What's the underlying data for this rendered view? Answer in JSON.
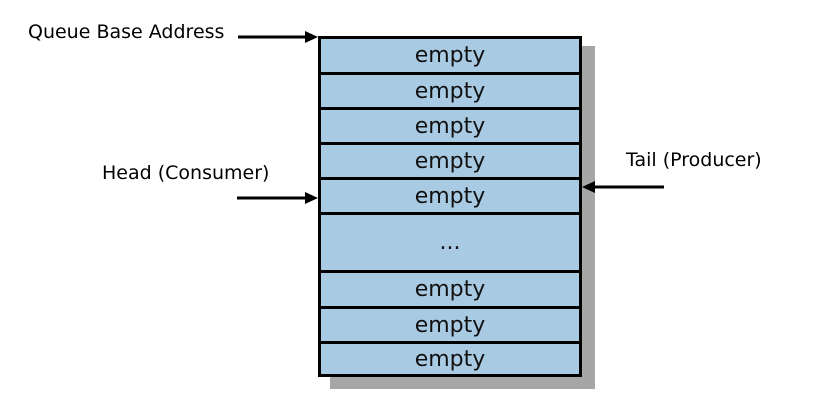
{
  "labels": {
    "base_address": "Queue Base Address",
    "head": "Head (Consumer)",
    "tail": "Tail (Producer)"
  },
  "queue": {
    "slots": [
      "empty",
      "empty",
      "empty",
      "empty",
      "empty",
      "...",
      "empty",
      "empty",
      "empty"
    ]
  },
  "colors": {
    "slot_fill": "#a9cae3",
    "shadow": "#a6a6a6",
    "outline": "#000000"
  }
}
